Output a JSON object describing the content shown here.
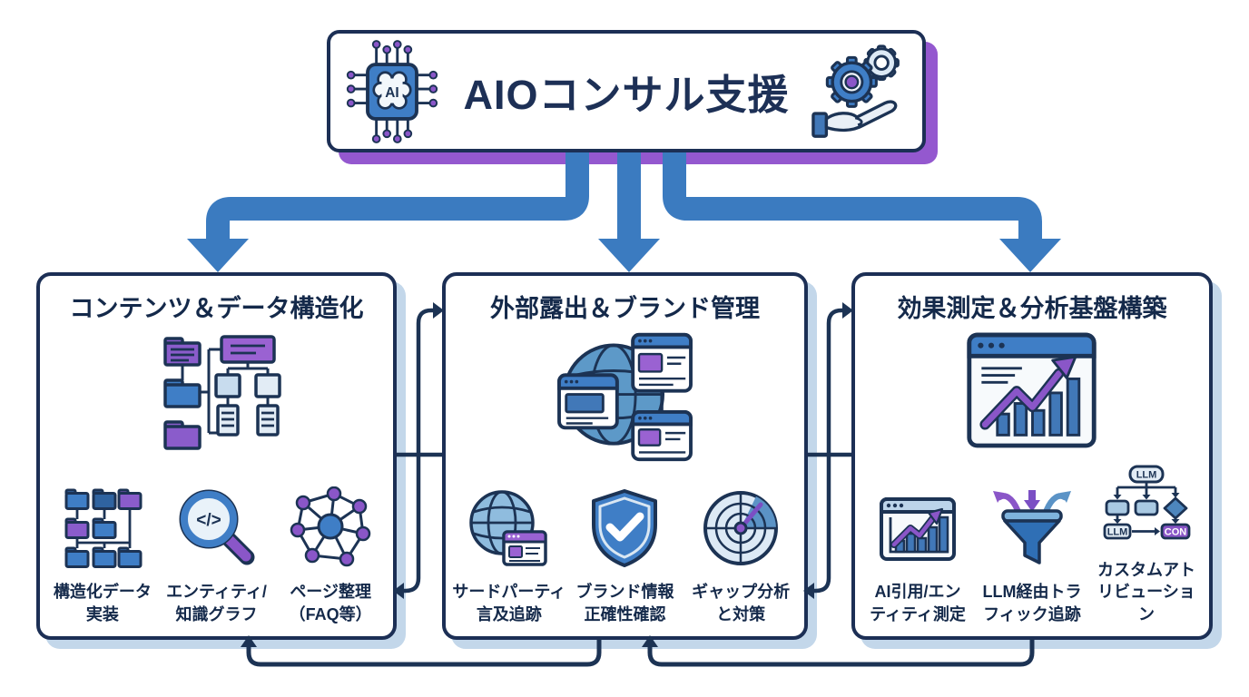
{
  "header": {
    "title": "AIOコンサル支援",
    "chip_label": "AI"
  },
  "columns": [
    {
      "title": "コンテンツ＆データ構造化",
      "main_icon": "sitemap-folders-icon",
      "items": [
        {
          "icon": "folder-tree-icon",
          "label": "構造化データ\n実装"
        },
        {
          "icon": "code-search-icon",
          "label": "エンティティ/\n知識グラフ",
          "glyph": "</>"
        },
        {
          "icon": "knowledge-graph-icon",
          "label": "ページ整理\n（FAQ等）"
        }
      ]
    },
    {
      "title": "外部露出＆ブランド管理",
      "main_icon": "globe-browsers-icon",
      "items": [
        {
          "icon": "globe-mention-icon",
          "label": "サードパーティ\n言及追跡"
        },
        {
          "icon": "shield-check-icon",
          "label": "ブランド情報\n正確性確認"
        },
        {
          "icon": "radar-icon",
          "label": "ギャップ分析\nと対策"
        }
      ]
    },
    {
      "title": "効果測定＆分析基盤構築",
      "main_icon": "analytics-dashboard-icon",
      "items": [
        {
          "icon": "chart-growth-icon",
          "label": "AI引用/エン\nティティ測定"
        },
        {
          "icon": "funnel-traffic-icon",
          "label": "LLM経由トラ\nフィック追跡"
        },
        {
          "icon": "attribution-flow-icon",
          "label": "カスタムアト\nリビューション",
          "flow_top": "LLM",
          "flow_left": "LLM",
          "flow_right": "CON"
        }
      ]
    }
  ],
  "colors": {
    "arrow_blue": "#3b7bc0",
    "navy": "#1c3354",
    "purple_shadow": "#9458cf",
    "panel_shadow": "#c3d7ea",
    "icon_purple": "#8a56c8",
    "icon_blue": "#3f7ec6"
  }
}
